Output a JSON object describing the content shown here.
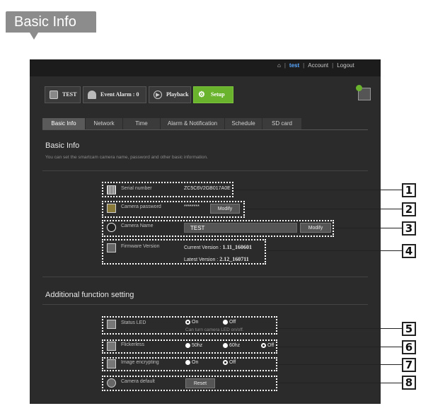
{
  "header_tab": {
    "label": "Basic Info"
  },
  "topbar": {
    "user": "test",
    "account": "Account",
    "logout": "Logout"
  },
  "nav": {
    "camera": "TEST",
    "event_alarm": "Event Alarm : 0",
    "playback": "Playback",
    "setup": "Setup"
  },
  "subtabs": [
    "Basic Info",
    "Network",
    "Time",
    "Alarm & Notification",
    "Schedule",
    "SD card"
  ],
  "basic_info": {
    "title": "Basic Info",
    "desc": "You can set the smartcam camera name, password and other basic information.",
    "serial_label": "Serial number",
    "serial_value": "ZC5C6V2GB017A0E",
    "password_label": "Camera password",
    "password_value": "********",
    "password_button": "Modify",
    "name_label": "Camera Name",
    "name_value": "TEST",
    "name_button": "Modify",
    "firmware_label": "Firmware Version",
    "current_label": "Current Version :",
    "current_value": "1.11_160601",
    "latest_label": "Latest Version :",
    "latest_value": "2.12_160711"
  },
  "additional": {
    "title": "Additional function setting",
    "status_led_label": "Status LED",
    "on": "On",
    "off": "Off",
    "status_led_hint": "Can turn camera LED on/off.",
    "flickerless_label": "Flickerless",
    "hz50": "50hz",
    "hz60": "60hz",
    "image_encrypting_label": "Image encrypting",
    "camera_default_label": "Camera default",
    "reset_button": "Reset"
  },
  "callouts": [
    "1",
    "2",
    "3",
    "4",
    "5",
    "6",
    "7",
    "8"
  ],
  "colors": {
    "setup_active": "#6ab42d",
    "user_link": "#59a8ff",
    "frame": "#2b2b2b"
  }
}
